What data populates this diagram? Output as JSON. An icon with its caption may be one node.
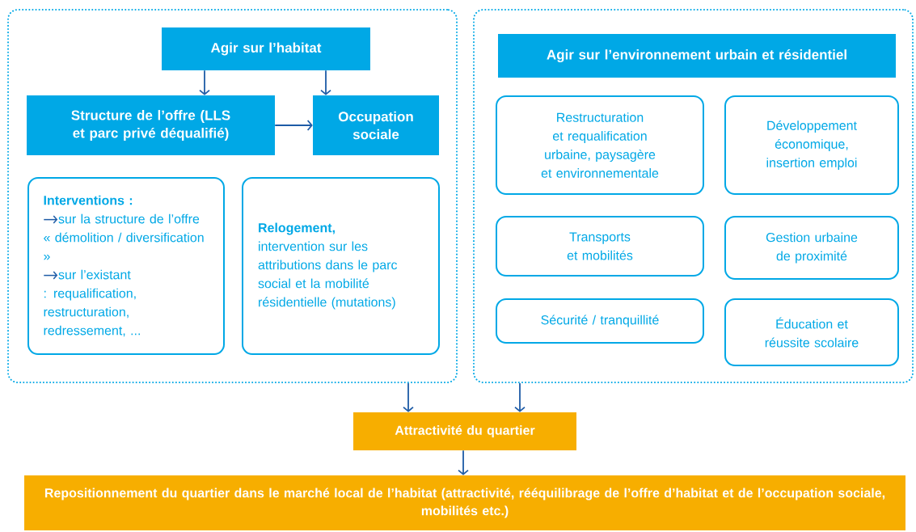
{
  "diagram": {
    "nodes": [
      {
        "text": [],
        "shape": "box"
      },
      {
        "text": [
          "Agir sur l’habitat"
        ],
        "in": 0
      },
      {
        "text": [
          "Structure de l’offre (LLS et parc privé déqualifié)"
        ],
        "in": 0
      },
      {
        "text": [
          "Occupation sociale"
        ],
        "in": 0
      },
      {
        "text": [
          "Interventions :",
          "sur la structure de l’offre « démolition / diversification »",
          "sur l’existant : requalification, restructuration, redressement, ..."
        ],
        "in": 0
      },
      {
        "text": [
          "Relogement,",
          "intervention sur les attributions dans le parc social et la mobilité résidentielle (mutations)"
        ],
        "in": 0
      },
      {
        "text": [],
        "shape": "box"
      },
      {
        "text": [
          "Agir sur l’environnement urbain et résidentiel"
        ],
        "in": 6
      },
      {
        "text": [
          "Restructuration et requalification urbaine, paysagère et environnementale"
        ],
        "in": 6
      },
      {
        "text": [
          "Développement économique, insertion emploi"
        ],
        "in": 6
      },
      {
        "text": [
          "Transports et mobilités"
        ],
        "in": 6
      },
      {
        "text": [
          "Gestion urbaine de proximité"
        ],
        "in": 6
      },
      {
        "text": [
          "Sécurité / tranquillité"
        ],
        "in": 6
      },
      {
        "text": [
          "Éducation et réussite scolaire"
        ],
        "in": 6
      },
      {
        "text": [
          "Attractivité du quartier"
        ]
      },
      {
        "text": [
          "Repositionnement du quartier dans le marché local de l’habitat (attractivité, rééquilibrage de l’offre d’habitat et de l’occupation sociale, mobilités etc.)"
        ]
      }
    ],
    "edges": [
      {
        "from": 1,
        "to": 2,
        "arrow": "to"
      },
      {
        "from": 1,
        "to": 3,
        "arrow": "to"
      },
      {
        "from": 2,
        "to": 3,
        "arrow": "to"
      },
      {
        "from": 0,
        "to": 14,
        "arrow": "to"
      },
      {
        "from": 6,
        "to": 14,
        "arrow": "to"
      },
      {
        "from": 14,
        "to": 15,
        "arrow": "to"
      }
    ]
  }
}
